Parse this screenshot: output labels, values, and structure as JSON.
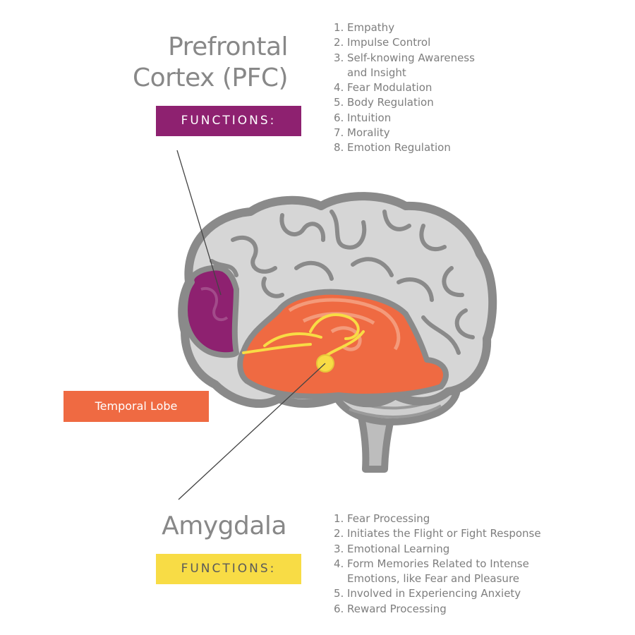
{
  "pfc": {
    "title_line1": "Prefrontal",
    "title_line2": "Cortex (PFC)",
    "badge": "FUNCTIONS:",
    "functions": [
      {
        "num": "1.",
        "text": "Empathy"
      },
      {
        "num": "2.",
        "text": "Impulse Control"
      },
      {
        "num": "3.",
        "text": "Self-knowing Awareness and Insight"
      },
      {
        "num": "4.",
        "text": "Fear Modulation"
      },
      {
        "num": "5.",
        "text": "Body Regulation"
      },
      {
        "num": "6.",
        "text": "Intuition"
      },
      {
        "num": "7.",
        "text": "Morality"
      },
      {
        "num": "8.",
        "text": "Emotion Regulation"
      }
    ]
  },
  "temporal": {
    "label": "Temporal Lobe"
  },
  "amygdala": {
    "title": "Amygdala",
    "badge": "FUNCTIONS:",
    "functions": [
      {
        "num": "1.",
        "text": "Fear Processing"
      },
      {
        "num": "2.",
        "text": "Initiates the Flight or Fight Response"
      },
      {
        "num": "3.",
        "text": "Emotional Learning"
      },
      {
        "num": "4.",
        "text": "Form Memories Related to Intense Emotions, like Fear and Pleasure"
      },
      {
        "num": "5.",
        "text": "Involved in Experiencing Anxiety"
      },
      {
        "num": "6.",
        "text": "Reward Processing"
      }
    ]
  },
  "colors": {
    "pfc": "#8e2170",
    "temporal": "#ef6a42",
    "amygdala": "#f8dc45",
    "brain_fill": "#d4d4d4",
    "brain_outline": "#8a8a8a"
  }
}
